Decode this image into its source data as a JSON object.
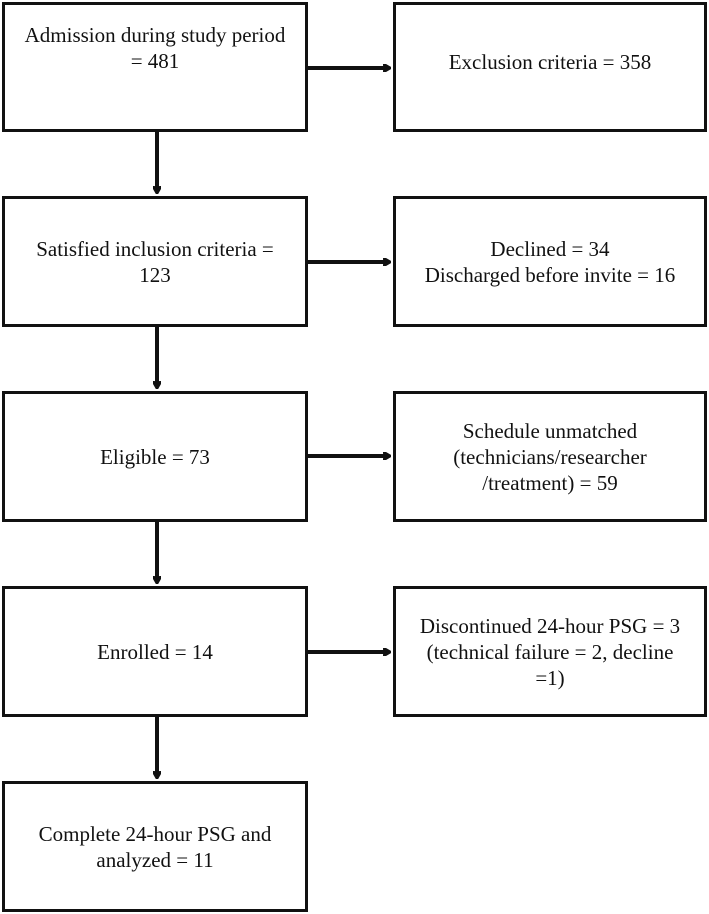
{
  "left_boxes": [
    {
      "lines": [
        "Admission during study period",
        "= 481"
      ]
    },
    {
      "lines": [
        "Satisfied inclusion criteria =",
        "123"
      ]
    },
    {
      "lines": [
        "Eligible = 73"
      ]
    },
    {
      "lines": [
        "Enrolled = 14"
      ]
    },
    {
      "lines": [
        "Complete 24-hour PSG and",
        "analyzed = 11"
      ]
    }
  ],
  "right_boxes": [
    {
      "lines": [
        "Exclusion criteria = 358"
      ]
    },
    {
      "lines": [
        "Declined = 34",
        "Discharged before invite = 16"
      ]
    },
    {
      "lines": [
        "Schedule unmatched",
        "(technicians/researcher",
        "/treatment) = 59"
      ]
    },
    {
      "lines": [
        "Discontinued 24-hour PSG = 3",
        "(technical failure = 2, decline",
        "=1)"
      ]
    }
  ]
}
